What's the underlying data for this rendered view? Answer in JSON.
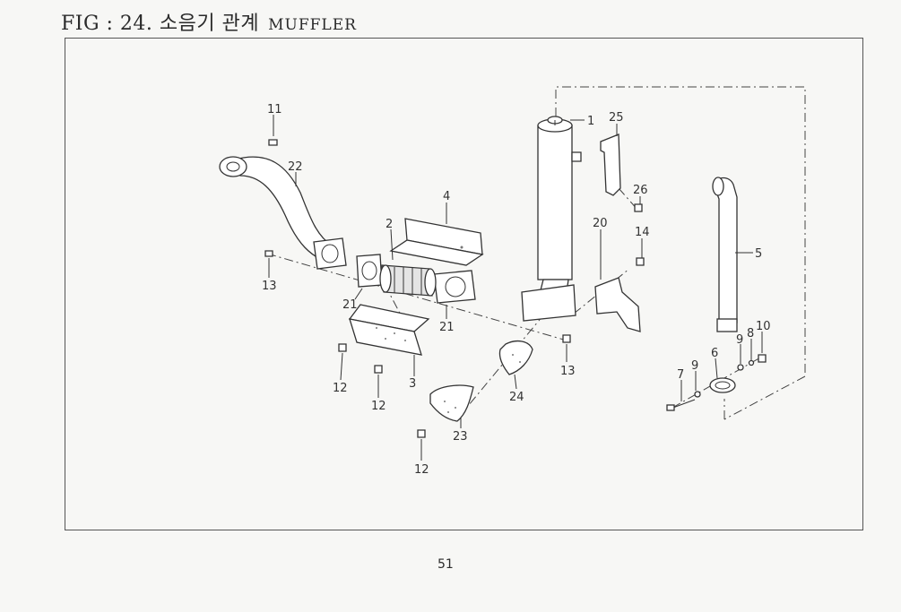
{
  "figure": {
    "title": "FIG : 24. 소음기 관계",
    "title_en": "MUFFLER"
  },
  "callouts": {
    "n1": "1",
    "n2": "2",
    "n3": "3",
    "n4": "4",
    "n5": "5",
    "n6": "6",
    "n7": "7",
    "n8": "8",
    "n9a": "9",
    "n9b": "9",
    "n10": "10",
    "n11": "11",
    "n12a": "12",
    "n12b": "12",
    "n12c": "12",
    "n13a": "13",
    "n13b": "13",
    "n14": "14",
    "n20": "20",
    "n21a": "21",
    "n21b": "21",
    "n22": "22",
    "n23": "23",
    "n24": "24",
    "n25": "25",
    "n26": "26"
  },
  "page_number": "51"
}
